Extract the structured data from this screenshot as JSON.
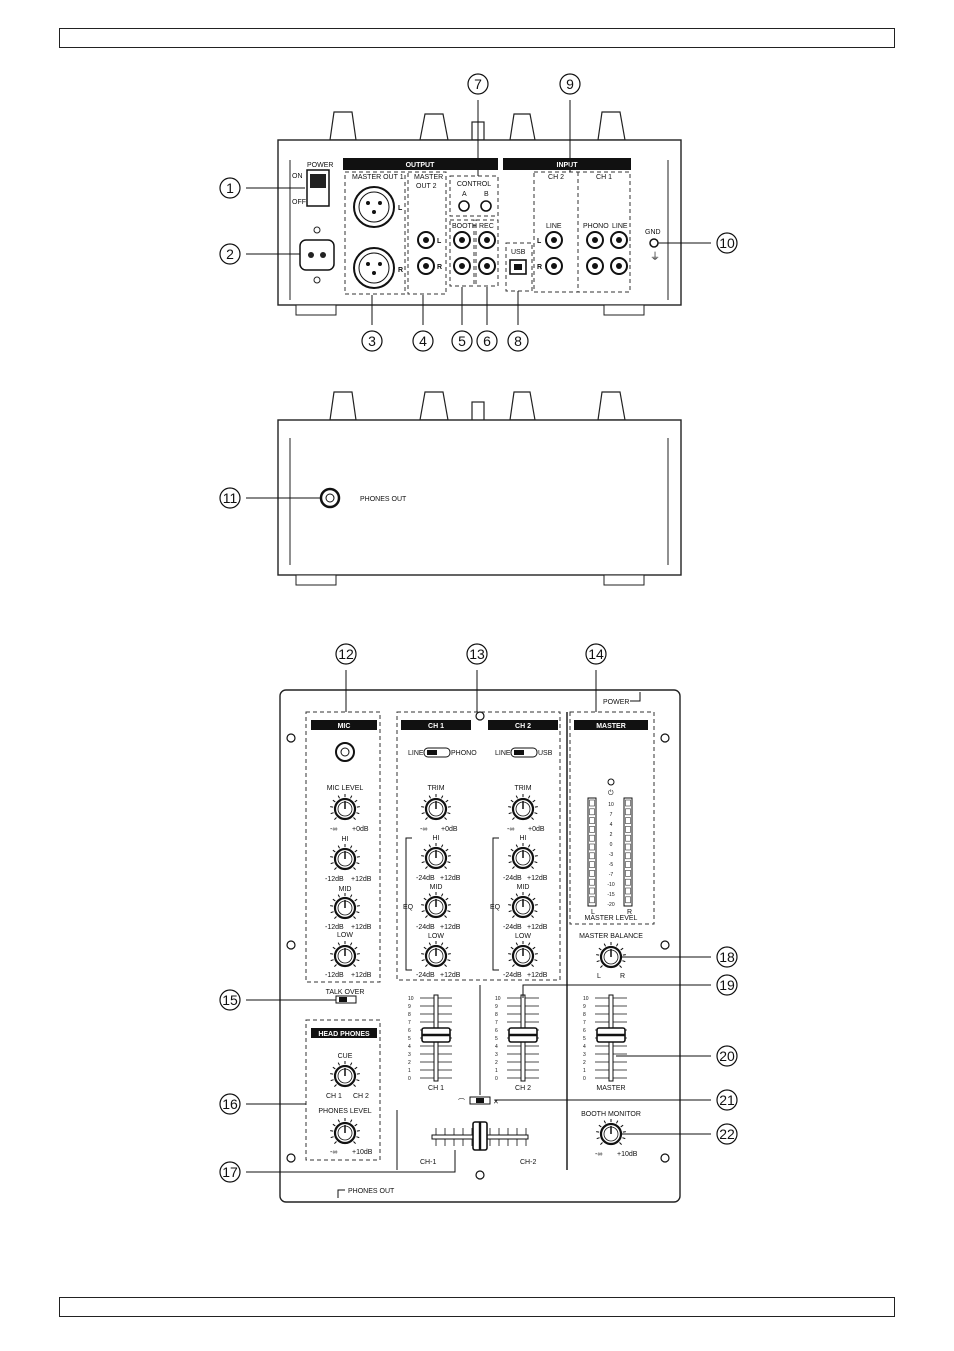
{
  "back_panel": {
    "output_header": "OUTPUT",
    "input_header": "INPUT",
    "power": "POWER",
    "on": "ON",
    "off": "OFF",
    "master_out1": "MASTER OUT 1",
    "master_out2_a": "MASTER",
    "master_out2_b": "OUT 2",
    "control": "CONTROL",
    "ctrl_a": "A",
    "ctrl_b": "B",
    "booth": "BOOTH",
    "rec": "REC",
    "usb": "USB",
    "ch2": "CH 2",
    "ch1": "CH 1",
    "line": "LINE",
    "phono": "PHONO",
    "gnd": "GND",
    "l": "L",
    "r": "R"
  },
  "front_panel": {
    "phones_out": "PHONES OUT"
  },
  "top_panel": {
    "power": "POWER",
    "mic": "MIC",
    "ch1": "CH 1",
    "ch2": "CH 2",
    "master": "MASTER",
    "line": "LINE",
    "phono": "PHONO",
    "usb": "USB",
    "mic_level": "MIC LEVEL",
    "trim": "TRIM",
    "hi": "HI",
    "mid": "MID",
    "low": "LOW",
    "eq": "EQ",
    "minus_inf": "-∞",
    "plus0": "+0dB",
    "m12": "-12dB",
    "p12": "+12dB",
    "m24": "-24dB",
    "talk_over": "TALK OVER",
    "head_phones": "HEAD PHONES",
    "cue": "CUE",
    "cue_ch1": "CH 1",
    "cue_ch2": "CH 2",
    "phones_level": "PHONES LEVEL",
    "plus10": "+10dB",
    "master_level": "MASTER LEVEL",
    "master_balance": "MASTER BALANCE",
    "bal_l": "L",
    "bal_r": "R",
    "fader_ch1": "CH 1",
    "fader_ch2": "CH 2",
    "fader_master": "MASTER",
    "booth_monitor": "BOOTH MONITOR",
    "xf_left": "CH-1",
    "xf_right": "CH-2",
    "phones_out": "PHONES OUT",
    "vu_scale": [
      "10",
      "7",
      "4",
      "2",
      "0",
      "-3",
      "-5",
      "-7",
      "-10",
      "-15",
      "-20"
    ],
    "fader_scale": [
      "10",
      "9",
      "8",
      "7",
      "6",
      "5",
      "4",
      "3",
      "2",
      "1",
      "0"
    ]
  },
  "callouts": [
    "1",
    "2",
    "3",
    "4",
    "5",
    "6",
    "7",
    "8",
    "9",
    "10",
    "11",
    "12",
    "13",
    "14",
    "15",
    "16",
    "17",
    "18",
    "19",
    "20",
    "21",
    "22"
  ]
}
